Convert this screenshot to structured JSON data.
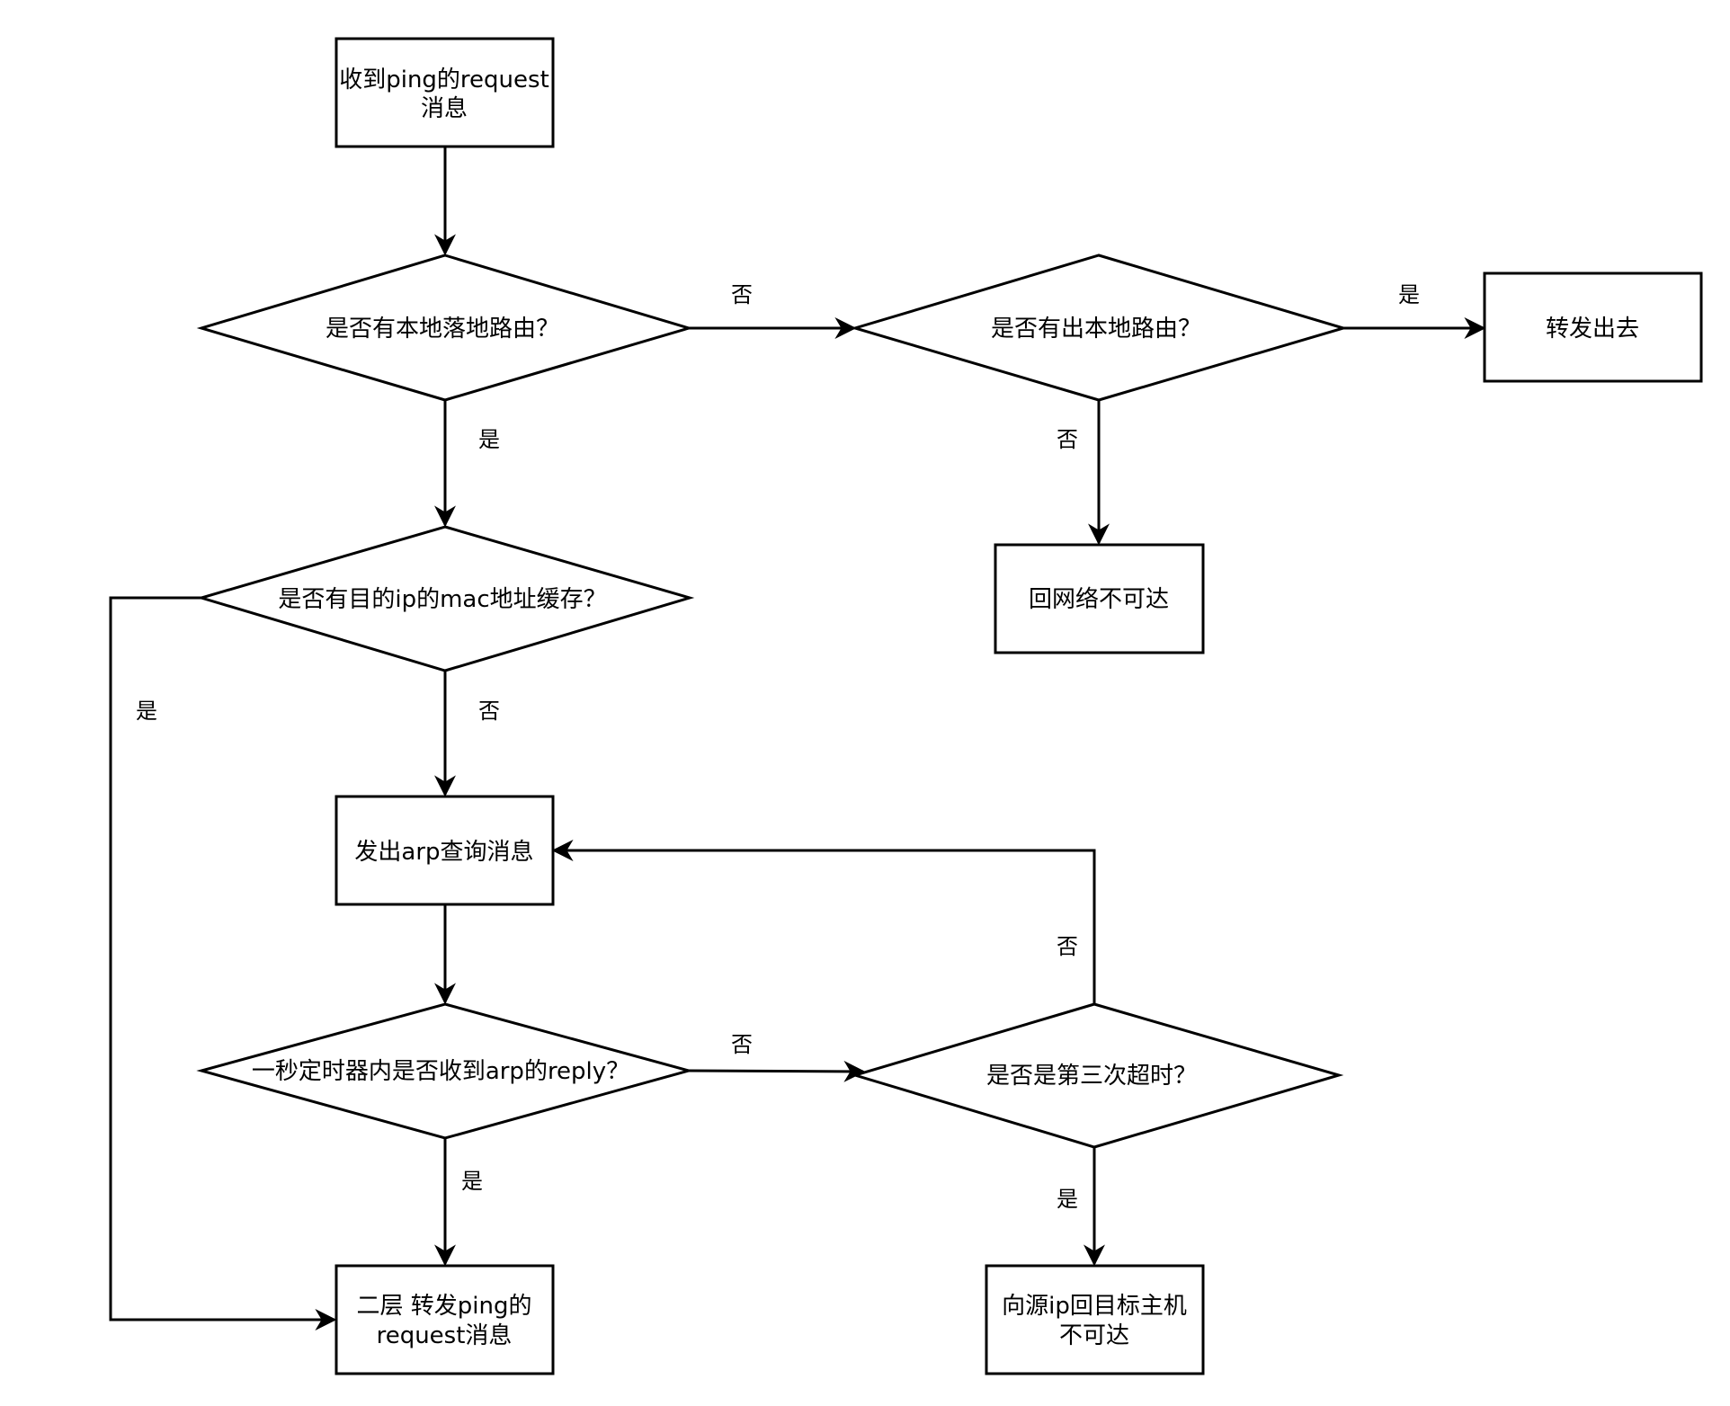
{
  "nodes": {
    "start": {
      "line1": "收到ping的request",
      "line2": "消息"
    },
    "local_route": {
      "label": "是否有本地落地路由？"
    },
    "out_route": {
      "label": "是否有出本地路由？"
    },
    "forward_out": {
      "label": "转发出去"
    },
    "net_unreachable": {
      "label": "回网络不可达"
    },
    "mac_cache": {
      "label": "是否有目的ip的mac地址缓存？"
    },
    "send_arp": {
      "label": "发出arp查询消息"
    },
    "arp_reply": {
      "label": "一秒定时器内是否收到arp的reply？"
    },
    "third_timeout": {
      "label": "是否是第三次超时？"
    },
    "l2_forward": {
      "line1": "二层 转发ping的",
      "line2": "request消息"
    },
    "host_unreachable": {
      "line1": "向源ip回目标主机",
      "line2": "不可达"
    }
  },
  "edges": {
    "local_route_no": "否",
    "local_route_yes": "是",
    "out_route_yes": "是",
    "out_route_no": "否",
    "mac_cache_yes": "是",
    "mac_cache_no": "否",
    "arp_reply_no": "否",
    "arp_reply_yes": "是",
    "third_timeout_no": "否",
    "third_timeout_yes": "是"
  }
}
